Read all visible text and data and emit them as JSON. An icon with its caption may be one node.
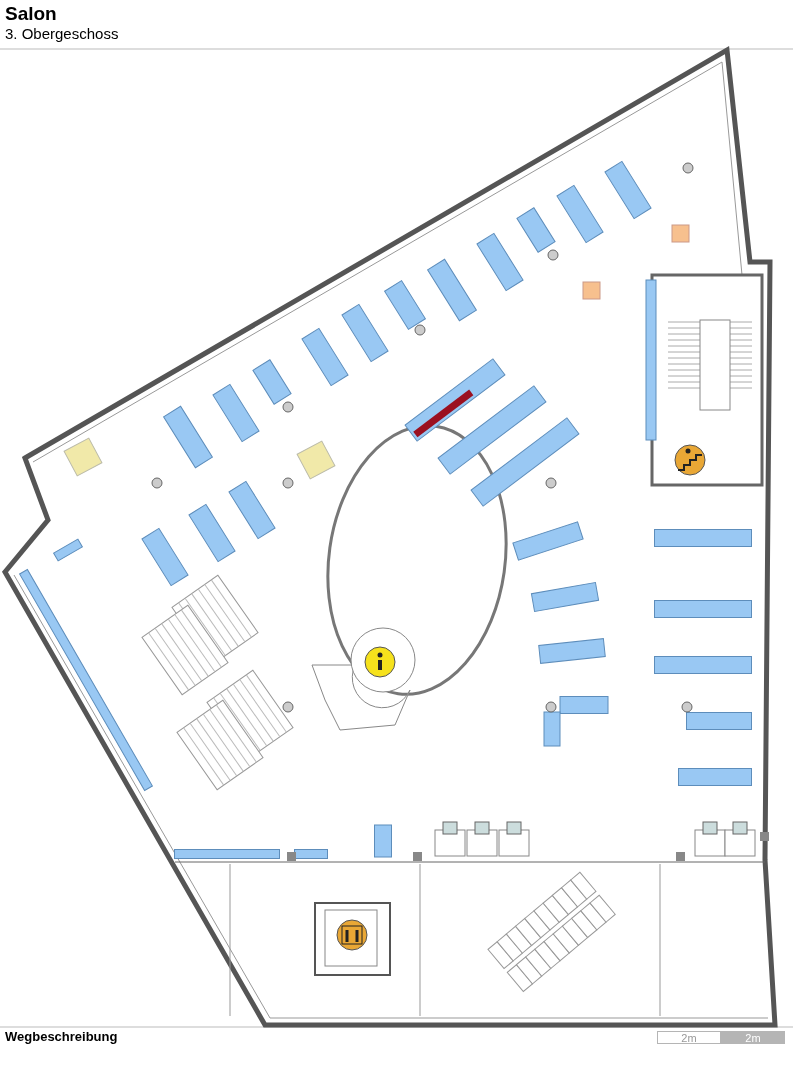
{
  "diagram": {
    "title": "Salon",
    "labels": [
      "3. Obergeschoss",
      "Wegbeschreibung",
      "2m",
      "2m"
    ]
  }
}
